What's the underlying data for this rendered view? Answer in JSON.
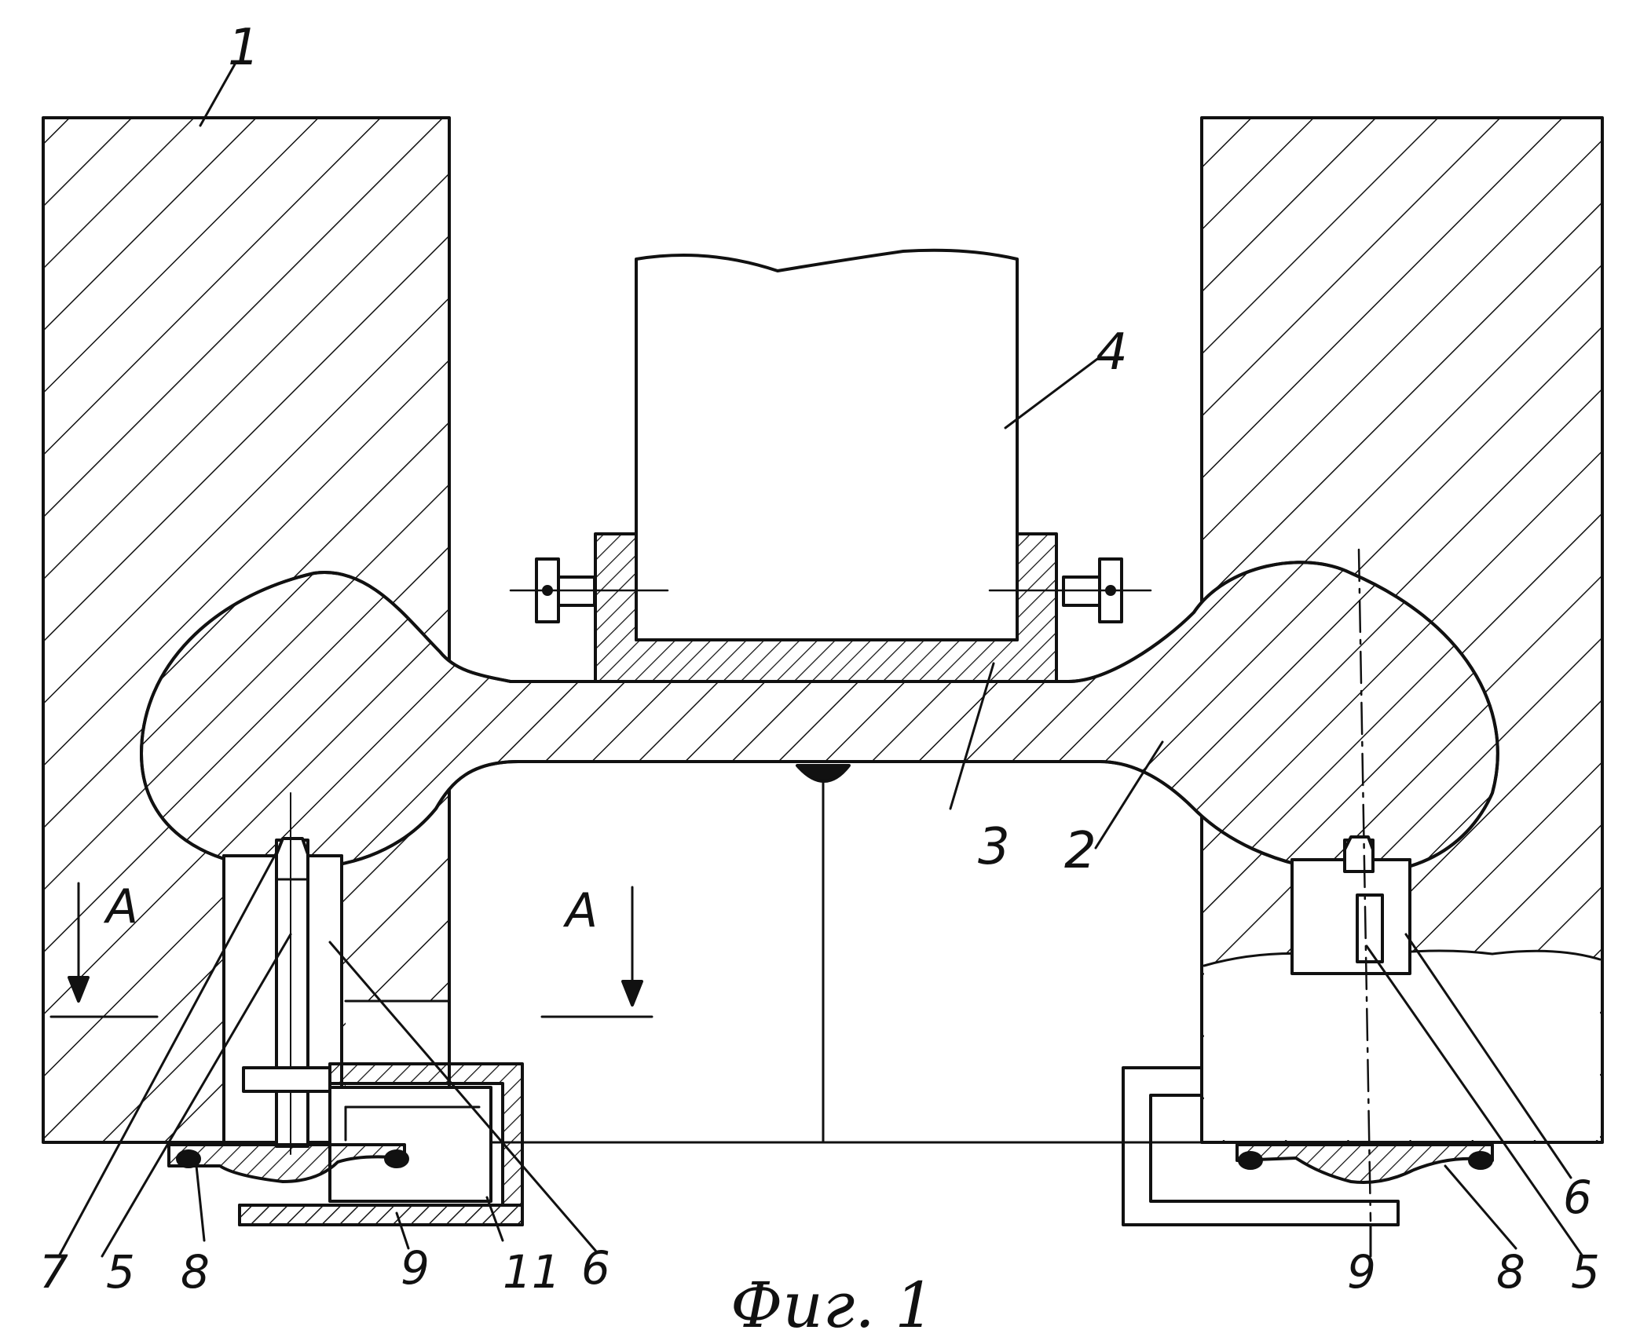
{
  "figure": {
    "caption": "Фиг. 1",
    "ink_color": "#111111",
    "background": "#ffffff"
  },
  "labels": {
    "housing": "1",
    "ring_part": "2",
    "beam": "3",
    "load_block": "4",
    "section_a_left": "A",
    "section_a_right": "A",
    "bottom_left": [
      "7",
      "5",
      "8",
      "9",
      "11",
      "6"
    ],
    "bottom_right": [
      "6",
      "9",
      "8",
      "5"
    ]
  }
}
